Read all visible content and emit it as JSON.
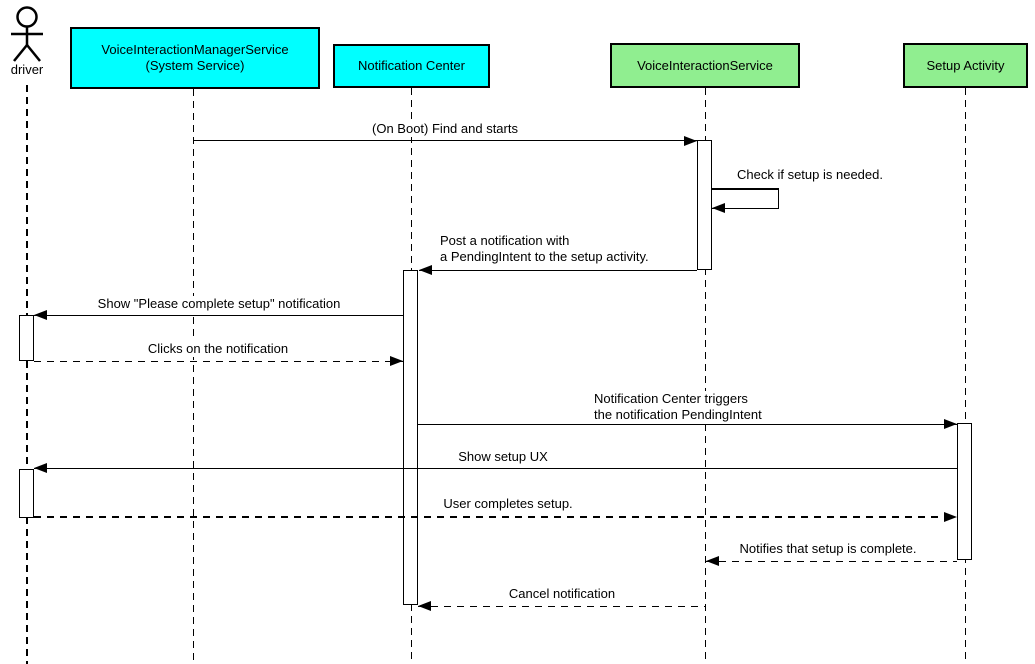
{
  "diagram_type": "uml-sequence",
  "actor": {
    "label": "driver"
  },
  "participants": [
    {
      "lines": [
        "VoiceInteractionManagerService",
        "(System Service)"
      ],
      "fill": "#00ffff"
    },
    {
      "lines": [
        "Notification Center"
      ],
      "fill": "#00ffff"
    },
    {
      "lines": [
        "VoiceInteractionService"
      ],
      "fill": "#90ee90"
    },
    {
      "lines": [
        "Setup Activity"
      ],
      "fill": "#90ee90"
    }
  ],
  "messages": [
    {
      "lines": [
        "(On Boot) Find and starts"
      ],
      "from": "VoiceInteractionManagerService (System Service)",
      "to": "VoiceInteractionService",
      "line_style": "solid"
    },
    {
      "lines": [
        "Check if setup is needed."
      ],
      "from": "VoiceInteractionService",
      "to": "VoiceInteractionService",
      "line_style": "solid",
      "kind": "self"
    },
    {
      "lines": [
        "Post a notification with",
        "a PendingIntent to the setup activity."
      ],
      "from": "VoiceInteractionService",
      "to": "Notification Center",
      "line_style": "solid"
    },
    {
      "lines": [
        "Show \"Please complete setup\" notification"
      ],
      "from": "Notification Center",
      "to": "driver",
      "line_style": "solid"
    },
    {
      "lines": [
        "Clicks on the notification"
      ],
      "from": "driver",
      "to": "Notification Center",
      "line_style": "dashed"
    },
    {
      "lines": [
        "Notification Center triggers",
        "the notification PendingIntent"
      ],
      "from": "Notification Center",
      "to": "Setup Activity",
      "line_style": "solid"
    },
    {
      "lines": [
        "Show setup UX"
      ],
      "from": "Setup Activity",
      "to": "driver",
      "line_style": "solid"
    },
    {
      "lines": [
        "User completes setup."
      ],
      "from": "driver",
      "to": "Setup Activity",
      "line_style": "dashed"
    },
    {
      "lines": [
        "Notifies that setup is complete."
      ],
      "from": "Setup Activity",
      "to": "VoiceInteractionService",
      "line_style": "dashed"
    },
    {
      "lines": [
        "Cancel notification"
      ],
      "from": "VoiceInteractionService",
      "to": "Notification Center",
      "line_style": "dashed"
    }
  ],
  "colors": {
    "system_component_fill": "#00ffff",
    "app_component_fill": "#90ee90",
    "stroke": "#000000",
    "background": "#ffffff"
  }
}
